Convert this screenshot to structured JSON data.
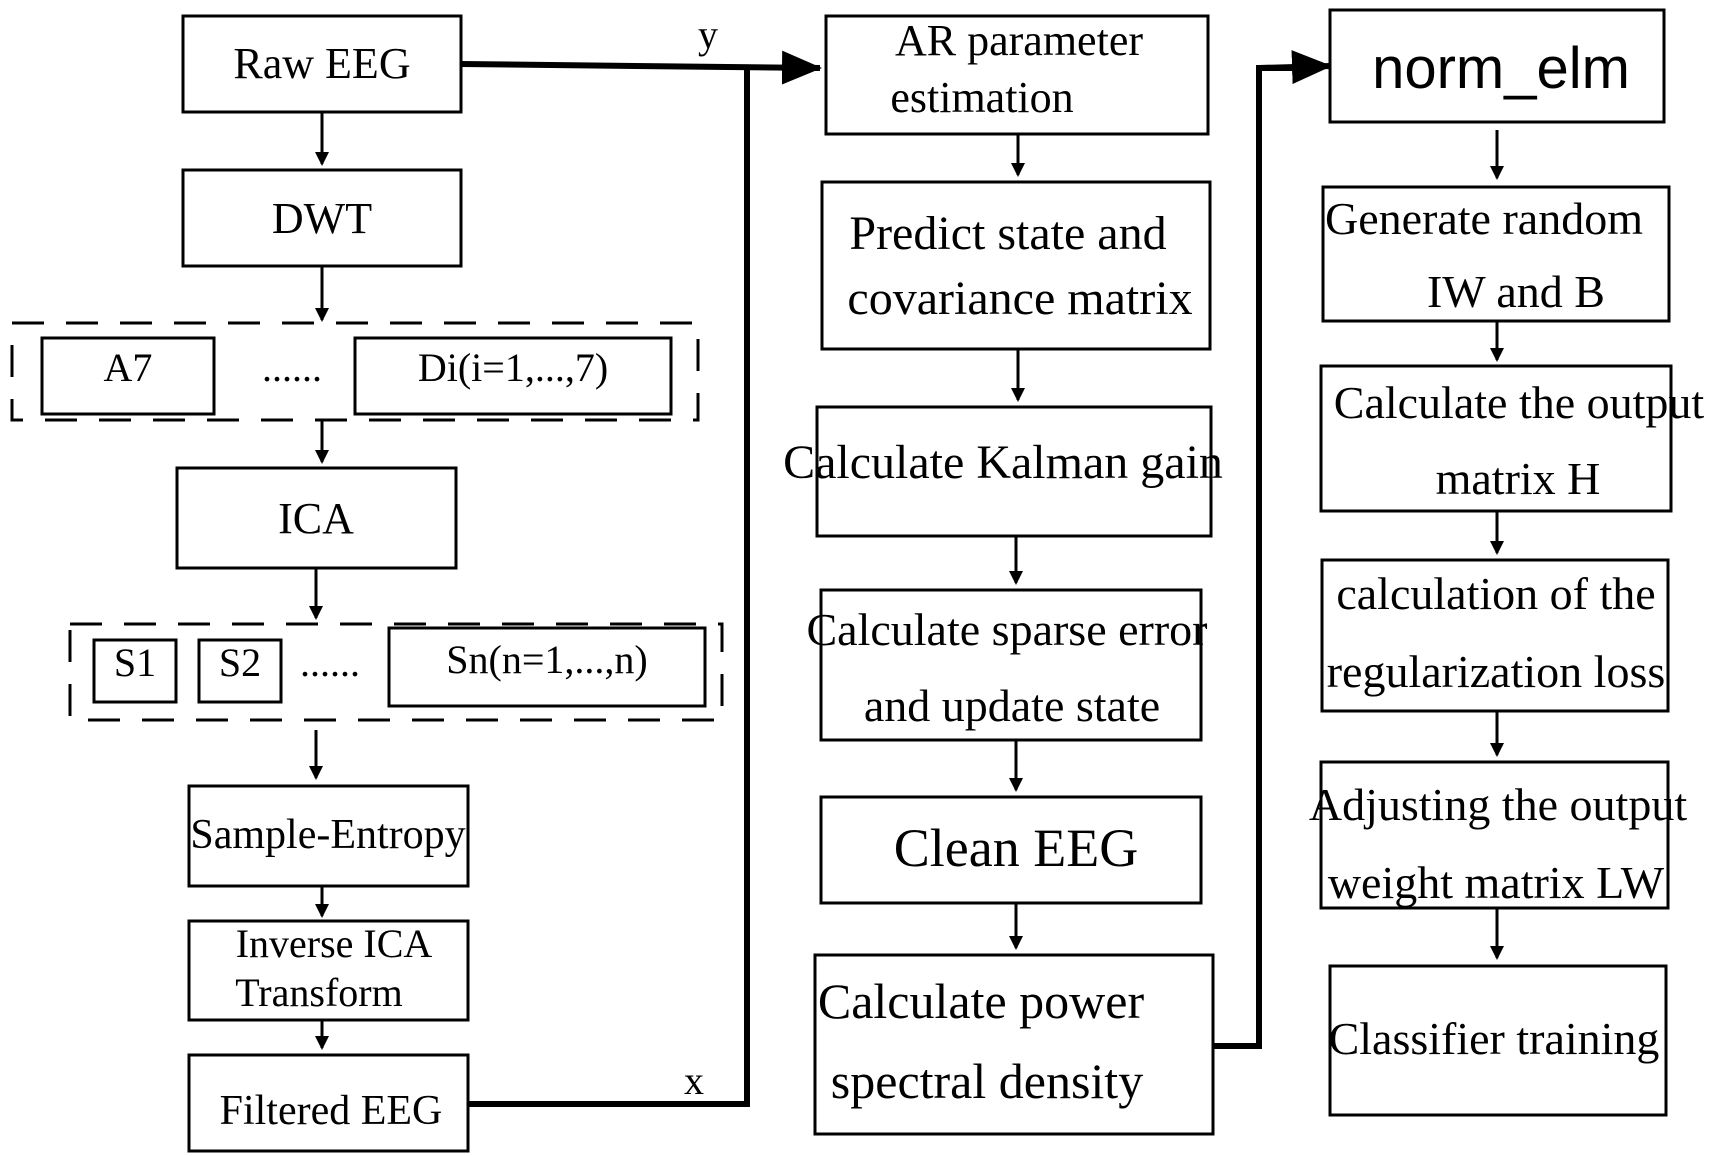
{
  "left_column": {
    "raw_eeg": "Raw  EEG",
    "dwt": "DWT",
    "a7": "A7",
    "dots1": "......",
    "di": "Di(i=1,...,7)",
    "ica": "ICA",
    "s1": "S1",
    "s2": "S2",
    "dots2": "......",
    "sn": "Sn(n=1,...,n)",
    "sample_entropy": "Sample-Entropy",
    "inverse_ica_line1": "Inverse ICA",
    "inverse_ica_line2": "Transform",
    "filtered_eeg": "Filtered EEG"
  },
  "connectors": {
    "y_label": "y",
    "x_label": "x"
  },
  "middle_column": {
    "ar_line1": "AR parameter",
    "ar_line2": "estimation",
    "predict_line1": "Predict state and",
    "predict_line2": "covariance matrix",
    "kalman": "Calculate Kalman gain",
    "sparse_line1": "Calculate sparse error",
    "sparse_line2": "and update state",
    "clean_eeg": "Clean    EEG",
    "psd_line1": "Calculate power",
    "psd_line2": "spectral density"
  },
  "right_column": {
    "norm_elm": "norm_elm",
    "generate_line1": "Generate random",
    "generate_line2": "IW and B",
    "output_h_line1": "Calculate the output",
    "output_h_line2": "matrix H",
    "reg_line1": "calculation of the",
    "reg_line2": "regularization loss",
    "adjust_line1": "Adjusting the output",
    "adjust_line2": "weight matrix LW",
    "classifier": "Classifier training"
  }
}
